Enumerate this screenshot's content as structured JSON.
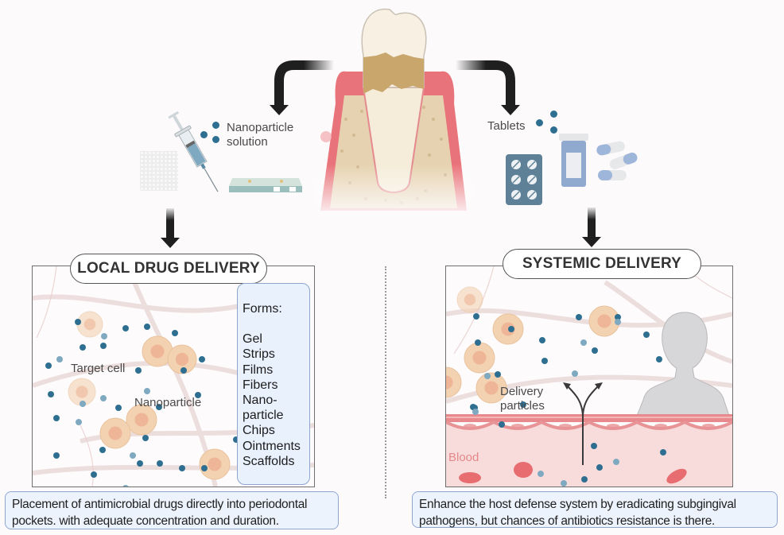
{
  "top": {
    "left_label": "Nanoparticle\nsolution",
    "left_label_line1": "Nanoparticle",
    "left_label_line2": "solution",
    "right_label": "Tablets"
  },
  "local": {
    "title": "LOCAL DRUG DELIVERY",
    "target_cell_label": "Target cell",
    "nanoparticle_label": "Nanoparticle",
    "forms_title": "Forms:",
    "forms": [
      "Gel",
      "Strips",
      "Films",
      "Fibers",
      "Nano-",
      "particle",
      "Chips",
      "Ointments",
      "Scaffolds"
    ],
    "description": "Placement of antimicrobial drugs directly into periodontal pockets. with adequate concentration and duration."
  },
  "systemic": {
    "title": "SYSTEMIC DELIVERY",
    "delivery_label_line1": "Delivery",
    "delivery_label_line2": "particles",
    "blood_label": "Blood",
    "description": "Enhance the host defense system by eradicating subgingival pathogens, but chances of antibiotics resistance is there."
  },
  "colors": {
    "nanoparticle": "#2e6f91",
    "nanoparticle_light": "#7fa9c0",
    "cell": "#f3d2b2",
    "cell_nucleus": "#eeb596",
    "gum": "#e9737a",
    "blood": "#f8dcdc",
    "box_fill": "#ecf3fd",
    "box_border": "#8ea6cf",
    "arrow": "#1f1f1f"
  }
}
